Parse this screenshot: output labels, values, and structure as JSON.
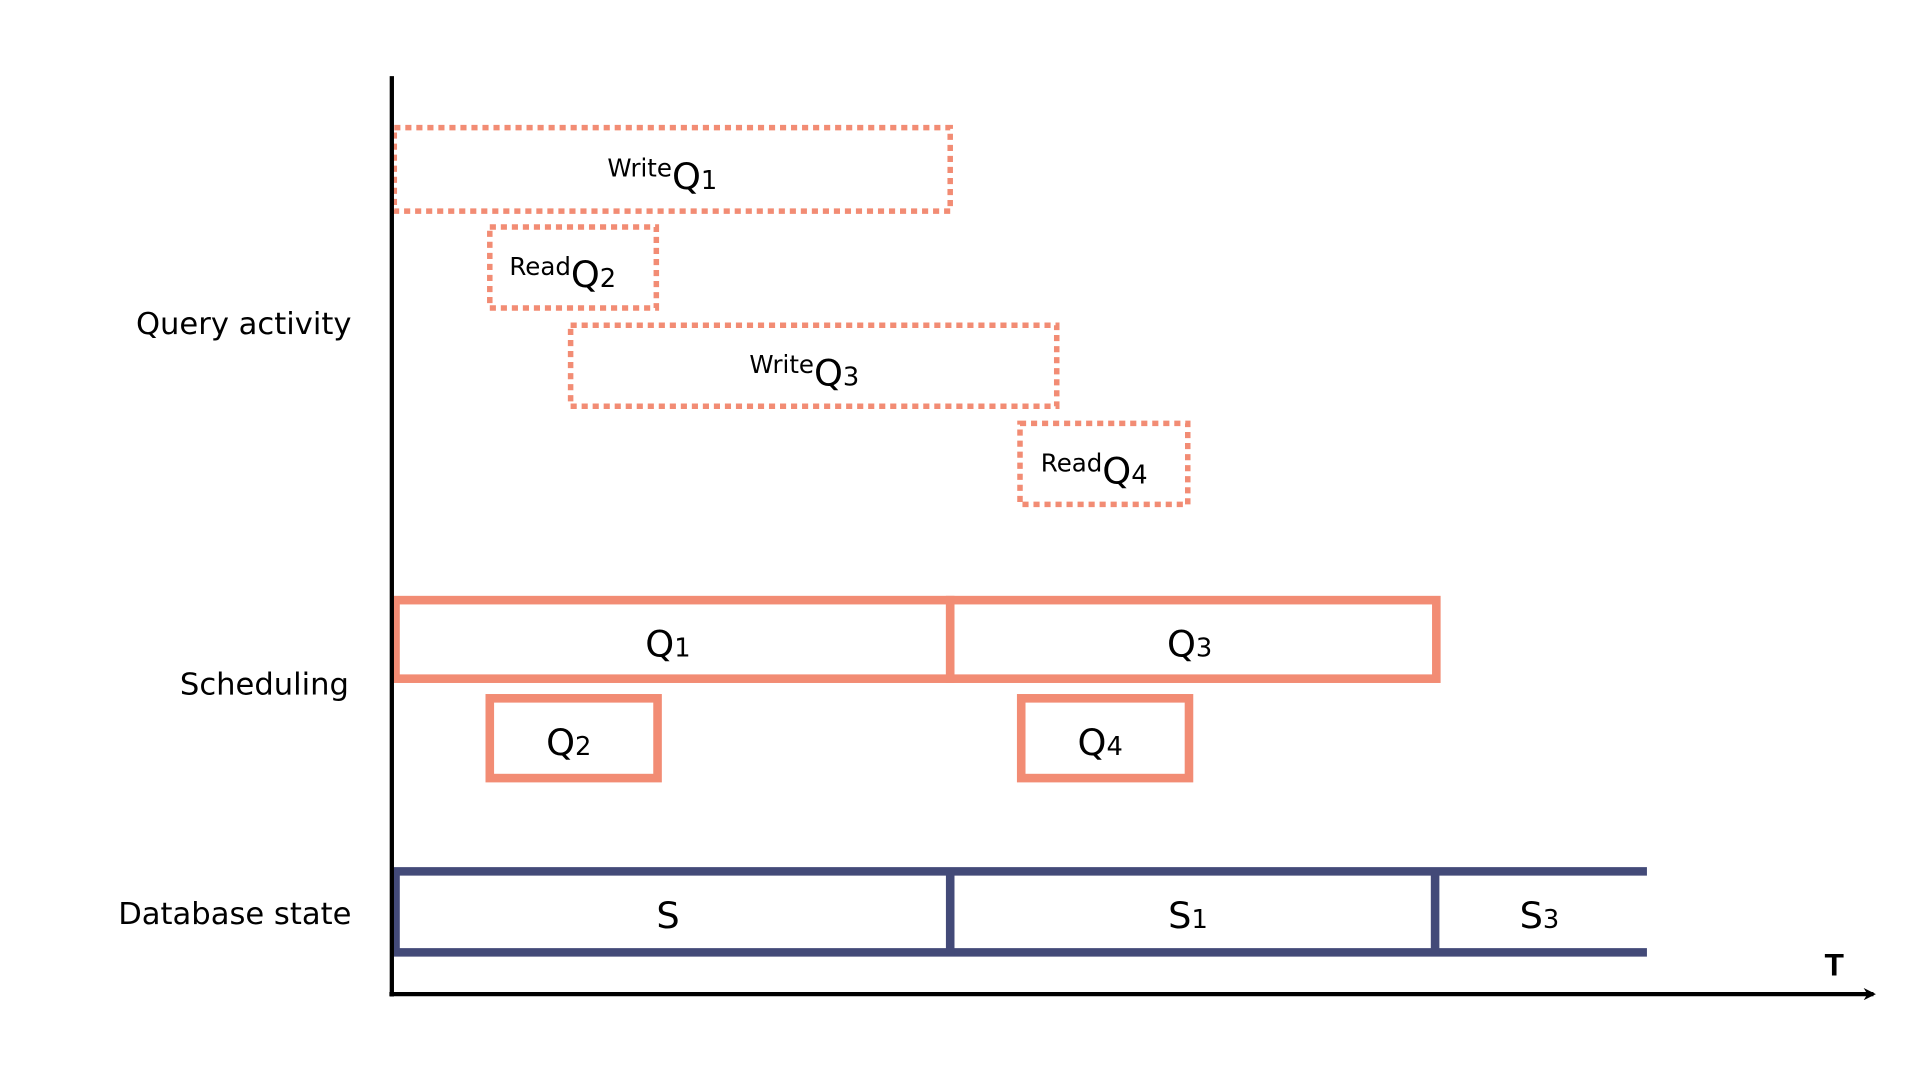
{
  "diagram": {
    "row_labels": {
      "query_activity": "Query activity",
      "scheduling": "Scheduling",
      "database_state": "Database state"
    },
    "axis_label": "T",
    "colors": {
      "query": "#F28C74",
      "state": "#434A78",
      "axis": "#000000"
    },
    "query_activity": [
      {
        "op": "Write",
        "name": "Q",
        "index": "1"
      },
      {
        "op": "Read",
        "name": "Q",
        "index": "2"
      },
      {
        "op": "Write",
        "name": "Q",
        "index": "3"
      },
      {
        "op": "Read",
        "name": "Q",
        "index": "4"
      }
    ],
    "scheduling": [
      {
        "name": "Q",
        "index": "1"
      },
      {
        "name": "Q",
        "index": "3"
      },
      {
        "name": "Q",
        "index": "2"
      },
      {
        "name": "Q",
        "index": "4"
      }
    ],
    "database_state": [
      {
        "name": "S",
        "index": ""
      },
      {
        "name": "S",
        "index": "1"
      },
      {
        "name": "S",
        "index": "3"
      }
    ]
  }
}
